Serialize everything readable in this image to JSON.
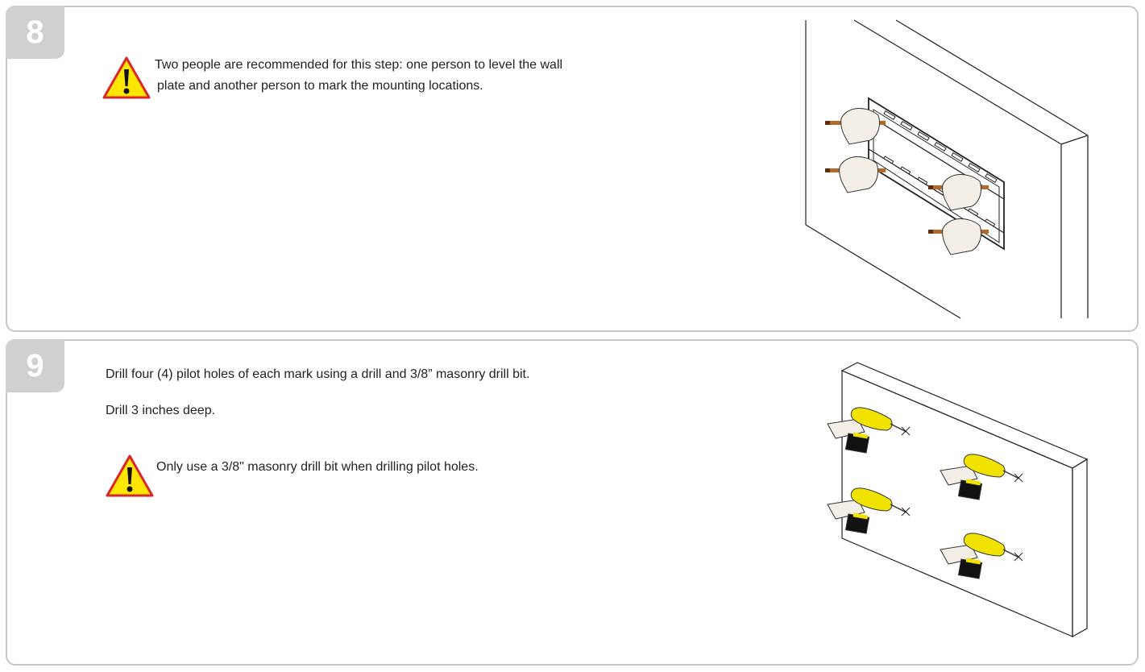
{
  "steps": [
    {
      "number": "8",
      "warning": {
        "icon": "warning-triangle-icon",
        "line1": "Two people are recommended for this step: one person to level the wall",
        "line2": "plate and another person to mark the mounting locations."
      },
      "illustration": "wall-plate-marking-illustration"
    },
    {
      "number": "9",
      "instructions": [
        "Drill four (4) pilot holes of each mark using a drill and 3/8” masonry drill bit.",
        "Drill 3 inches deep."
      ],
      "warning": {
        "icon": "warning-triangle-icon",
        "line1": "Only use a 3/8\" masonry drill bit when drilling pilot holes."
      },
      "illustration": "drilling-pilot-holes-illustration"
    }
  ],
  "colors": {
    "panel_border": "#c6c6c6",
    "badge_bg": "#d0d0d0",
    "warning_fill": "#ffe600",
    "warning_border": "#d8262b",
    "drill_yellow": "#f2e200",
    "pencil": "#b26a2a"
  }
}
